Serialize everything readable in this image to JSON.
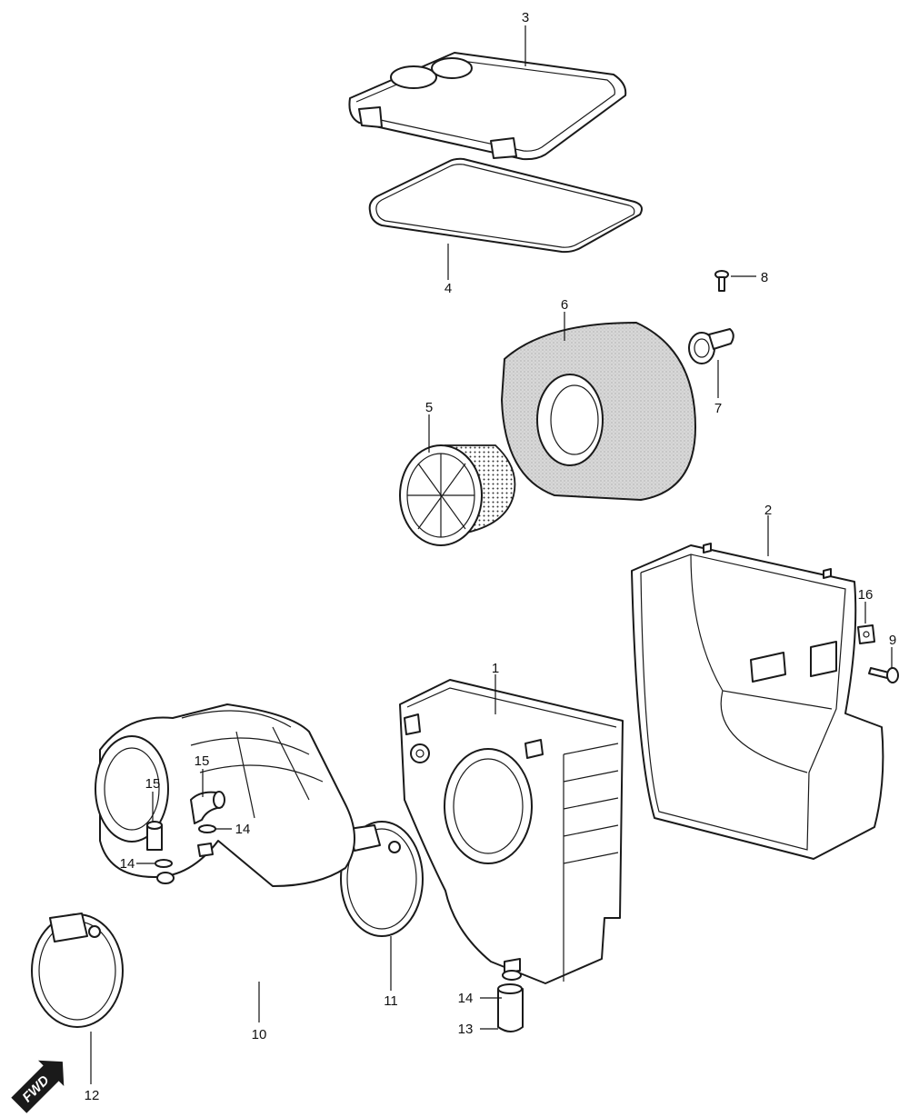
{
  "callouts": [
    {
      "label": "1"
    },
    {
      "label": "2"
    },
    {
      "label": "3"
    },
    {
      "label": "4"
    },
    {
      "label": "5"
    },
    {
      "label": "6"
    },
    {
      "label": "7"
    },
    {
      "label": "8"
    },
    {
      "label": "9"
    },
    {
      "label": "10"
    },
    {
      "label": "11"
    },
    {
      "label": "12"
    },
    {
      "label": "13"
    },
    {
      "label": "14"
    },
    {
      "label": "14"
    },
    {
      "label": "14"
    },
    {
      "label": "15"
    },
    {
      "label": "15"
    },
    {
      "label": "16"
    }
  ],
  "fwd_badge": {
    "label": "FWD"
  },
  "colors": {
    "line": "#1a1a1a",
    "filter_foam": "#d8d8d8",
    "background": "#ffffff"
  }
}
